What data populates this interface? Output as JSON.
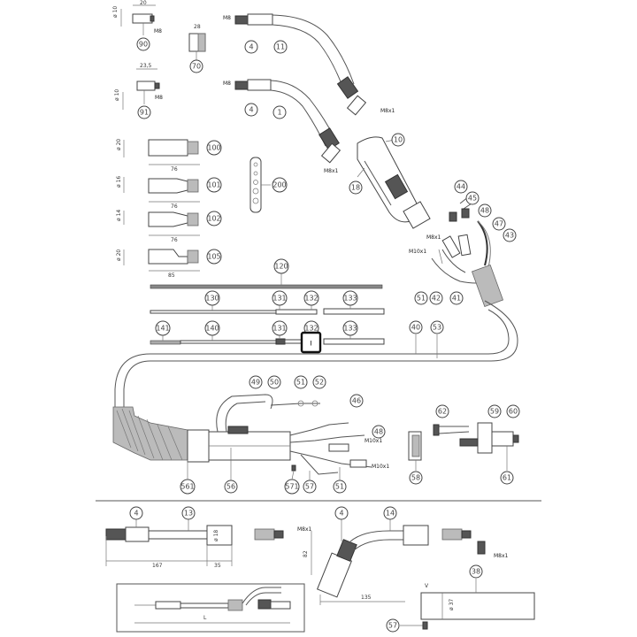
{
  "callouts": {
    "c90": "90",
    "c70": "70",
    "c91": "91",
    "c4a": "4",
    "c11": "11",
    "c4b": "4",
    "c1": "1",
    "c10": "10",
    "c18": "18",
    "c100": "100",
    "c101": "101",
    "c102": "102",
    "c105": "105",
    "c200": "200",
    "c44": "44",
    "c45": "45",
    "c48a": "48",
    "c47": "47",
    "c43": "43",
    "c120": "120",
    "c51a": "51",
    "c42": "42",
    "c41": "41",
    "c130": "130",
    "c131a": "131",
    "c132a": "132",
    "c133a": "133",
    "c141": "141",
    "c140": "140",
    "c131b": "131",
    "c132b": "132",
    "c133b": "133",
    "c40": "40",
    "c53": "53",
    "c49": "49",
    "c50": "50",
    "c51b": "51",
    "c52": "52",
    "c46": "46",
    "c48b": "48",
    "c62": "62",
    "c59": "59",
    "c60": "60",
    "c58": "58",
    "c61": "61",
    "c561": "561",
    "c56": "56",
    "c571": "571",
    "c57a": "57",
    "c51c": "51",
    "c4c": "4",
    "c13": "13",
    "c4d": "4",
    "c14": "14",
    "c38": "38",
    "c57b": "57"
  },
  "dimensions": {
    "d20": "20",
    "d10": "ø 10",
    "d28": "28",
    "d235": "23,5",
    "d10b": "ø 10",
    "d20b": "ø 20",
    "d76a": "76",
    "d16": "ø 16",
    "d76b": "76",
    "d14": "ø 14",
    "d76c": "76",
    "d20c": "ø 20",
    "d85": "85",
    "d167": "167",
    "d35": "35",
    "d18": "ø 18",
    "d135": "135",
    "d37": "ø 37",
    "dL": "L",
    "dv": "V"
  },
  "threads": {
    "m8_90": "M8",
    "m8_11": "M8",
    "m8_1": "M8",
    "m8_91": "M8",
    "m8x1_11": "M8x1",
    "m8x1_1": "M8x1",
    "m8x1_43": "M8x1",
    "m10x1_42": "M10x1",
    "m10x1_48": "M10x1",
    "m10x1_51": "M10x1",
    "m8x1_13": "M8x1",
    "m8x1_14": "M8x1"
  },
  "marker": {
    "symbol": "ı"
  }
}
